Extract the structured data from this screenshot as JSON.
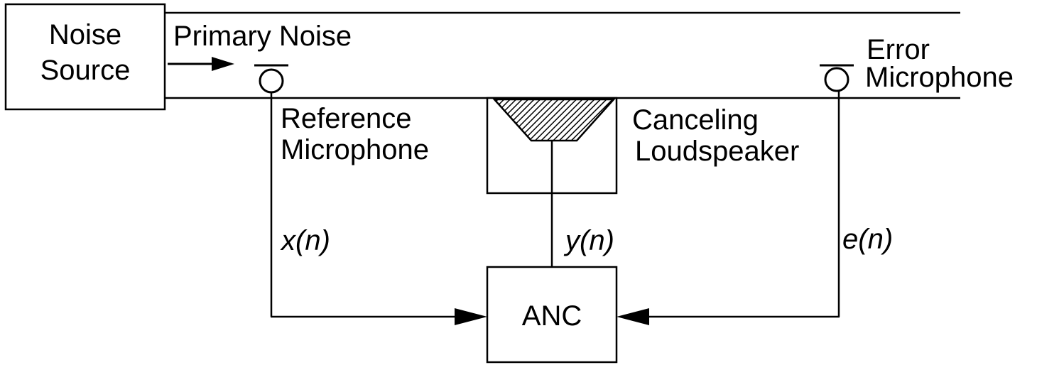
{
  "noise_source": {
    "line1": "Noise",
    "line2": "Source"
  },
  "primary_noise": "Primary Noise",
  "reference_microphone": {
    "line1": "Reference",
    "line2": "Microphone"
  },
  "canceling_loudspeaker": {
    "line1": "Canceling",
    "line2": "Loudspeaker"
  },
  "error_microphone": {
    "line1": "Error",
    "line2": "Microphone"
  },
  "signals": {
    "reference": "x(n)",
    "output": "y(n)",
    "error": "e(n)"
  },
  "controller": "ANC",
  "colors": {
    "line": "#000000",
    "background": "#ffffff"
  }
}
